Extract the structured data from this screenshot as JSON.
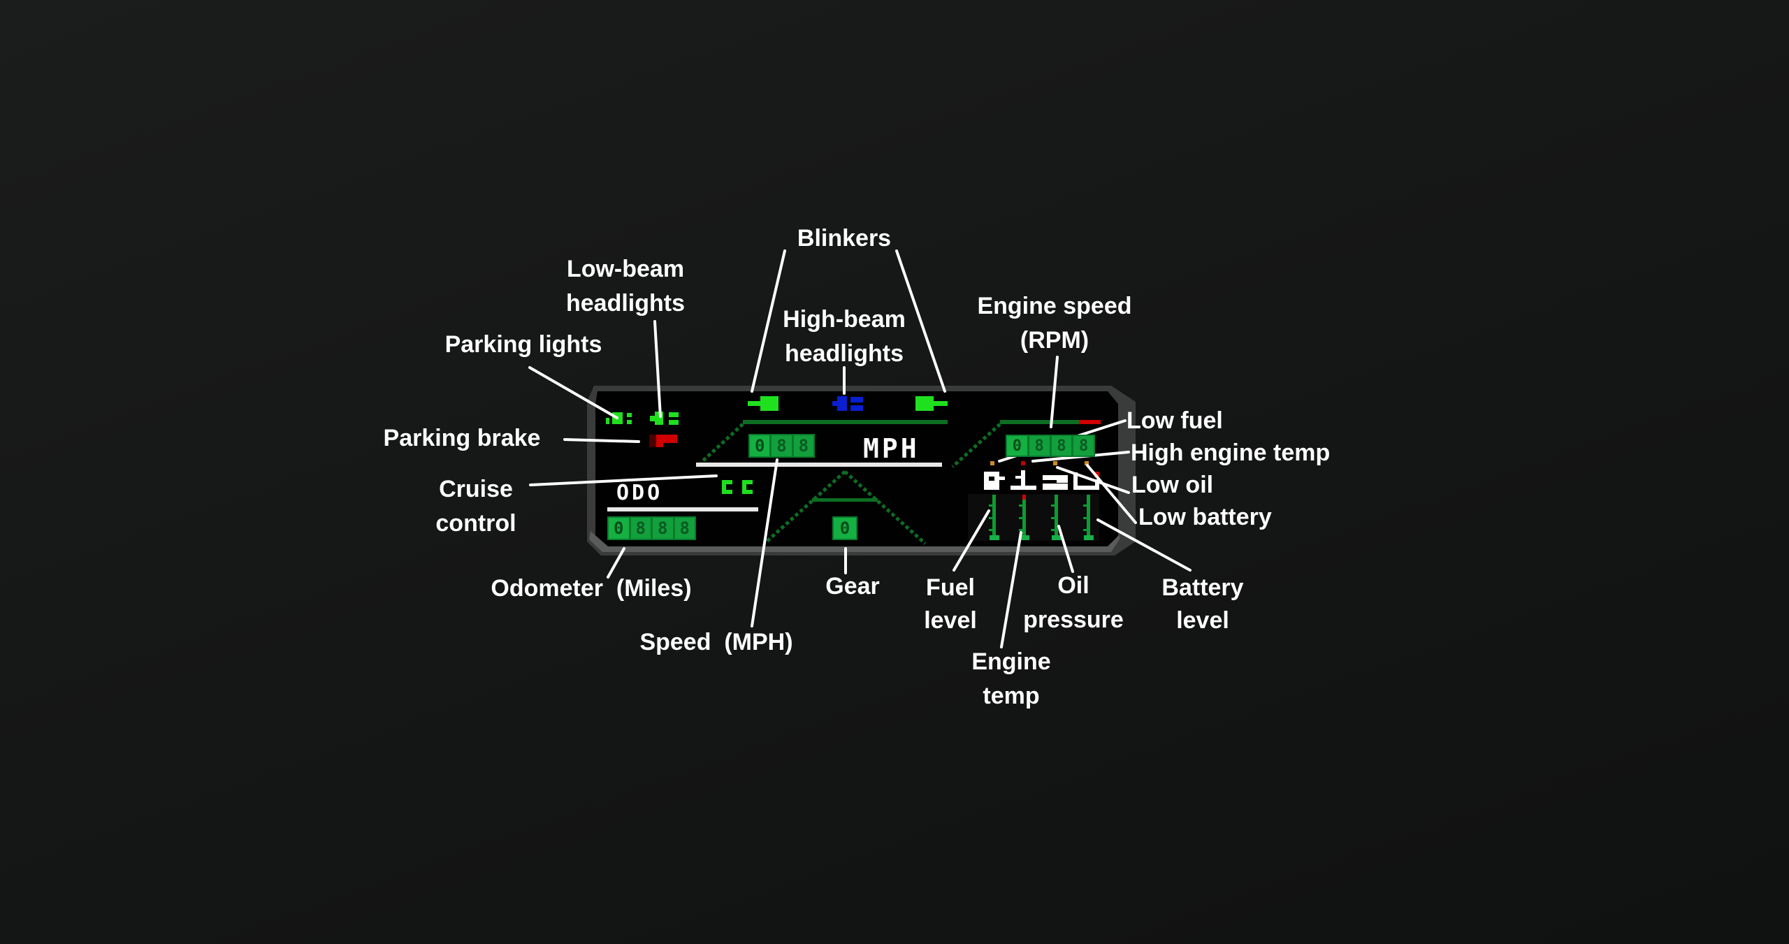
{
  "labels": {
    "blinkers": "Blinkers",
    "low_beam": [
      "Low-beam",
      "headlights"
    ],
    "parking_lights": "Parking lights",
    "high_beam": [
      "High-beam",
      "headlights"
    ],
    "engine_speed": [
      "Engine speed",
      "(RPM)"
    ],
    "parking_brake": "Parking brake",
    "low_fuel": "Low fuel",
    "high_engine_temp": "High engine temp",
    "low_oil": "Low oil",
    "low_battery": "Low battery",
    "cruise": [
      "Cruise",
      "control"
    ],
    "odometer": "Odometer  (Miles)",
    "gear": "Gear",
    "fuel_level": [
      "Fuel",
      "level"
    ],
    "oil_pressure": [
      "Oil",
      "pressure"
    ],
    "battery_level": [
      "Battery",
      "level"
    ],
    "speed": "Speed  (MPH)",
    "engine_temp": [
      "Engine",
      "temp"
    ]
  },
  "dashboard": {
    "speed_unit": "MPH",
    "odo_label": "ODO",
    "speed_digits": [
      "0",
      "8",
      "8"
    ],
    "odometer_digits": [
      "0",
      "8",
      "8",
      "8"
    ],
    "rpm_digits": [
      "0",
      "8",
      "8",
      "8"
    ],
    "gear_digit": "0",
    "colors": {
      "indicator_green": "#1fe01f",
      "high_beam_blue": "#0a1fd0",
      "warning_red": "#c00000",
      "gauge_green": "#0e9a32"
    }
  }
}
